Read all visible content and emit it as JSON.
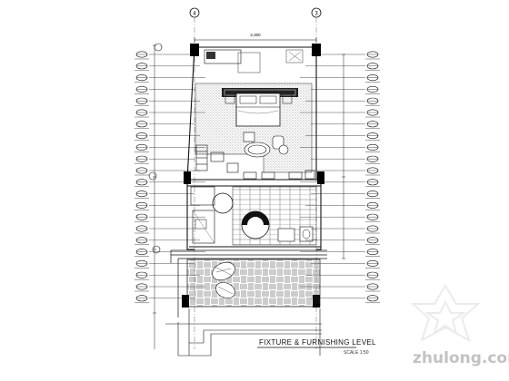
{
  "plan": {
    "title": "FIXTURE & FURNISHING LEVEL",
    "scale_note": "SCALE 1:50",
    "grid_bubbles": [
      "4",
      "3"
    ],
    "top_dimension": "2,300"
  },
  "watermark": {
    "text": "zhulong.com"
  },
  "colors": {
    "line": "#111111",
    "wall": "#000000",
    "hatch": "#444444",
    "watermark": "#c8c8c8"
  }
}
